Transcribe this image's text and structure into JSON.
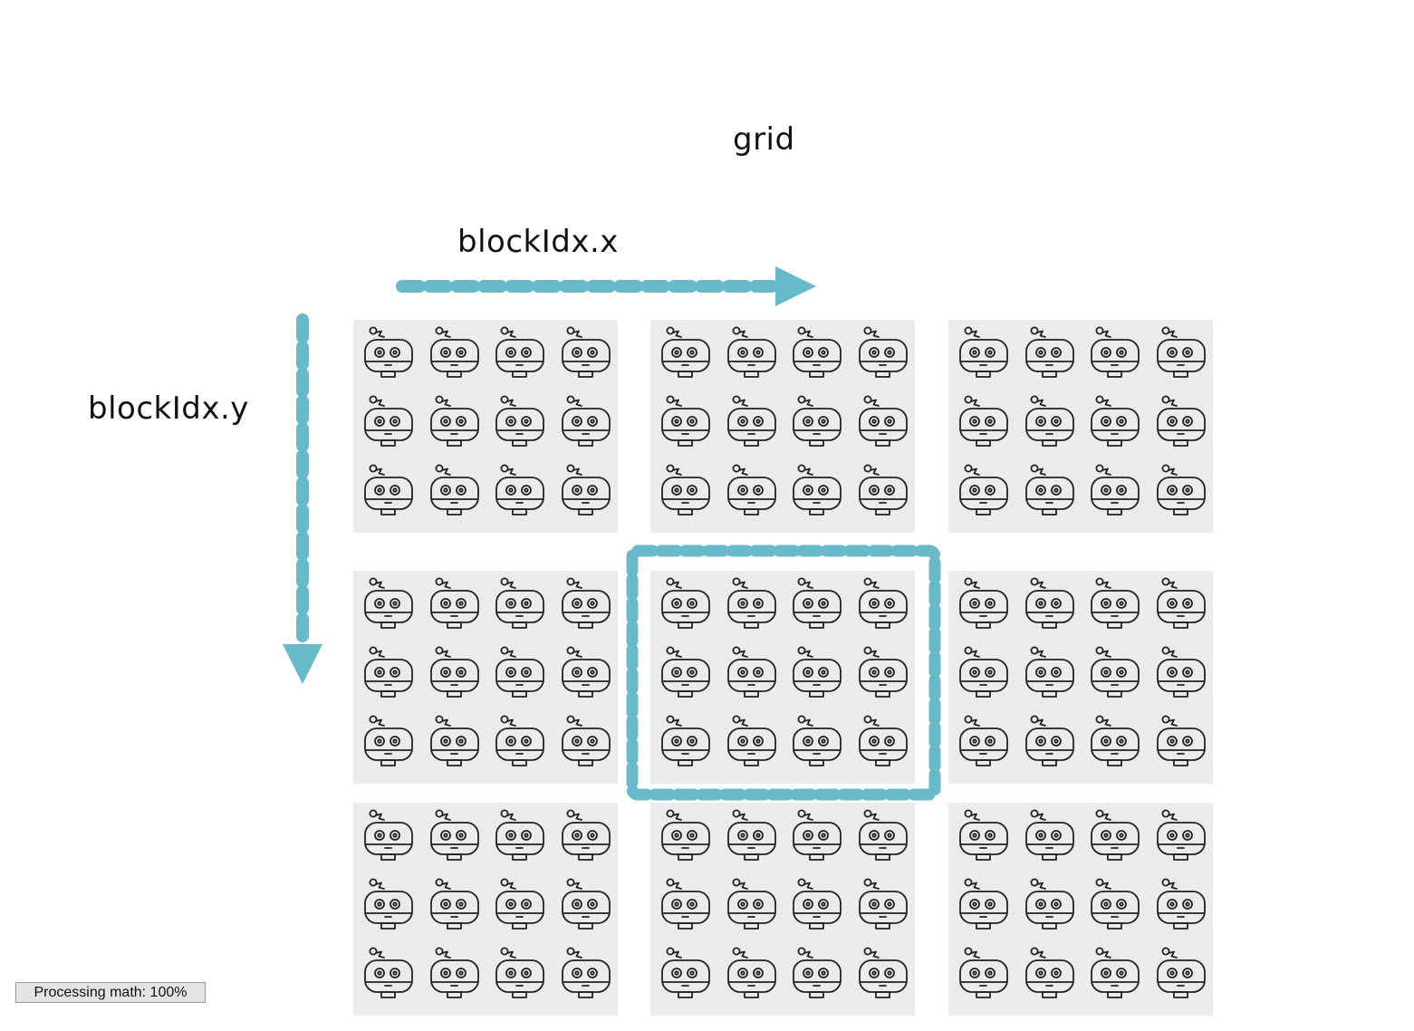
{
  "diagram": {
    "title": "grid",
    "x_axis_label": "blockIdx.x",
    "y_axis_label": "blockIdx.y",
    "block_rows": 3,
    "block_cols": 3,
    "threads_per_block_rows": 3,
    "threads_per_block_cols": 4,
    "highlighted_block": {
      "row": 1,
      "col": 1
    },
    "thread_icon": "robot-icon",
    "colors": {
      "accent": "#68b9c9",
      "block_background": "#ebebeb",
      "icon_stroke": "#222222"
    }
  },
  "status": {
    "text": "Processing math: 100%"
  }
}
